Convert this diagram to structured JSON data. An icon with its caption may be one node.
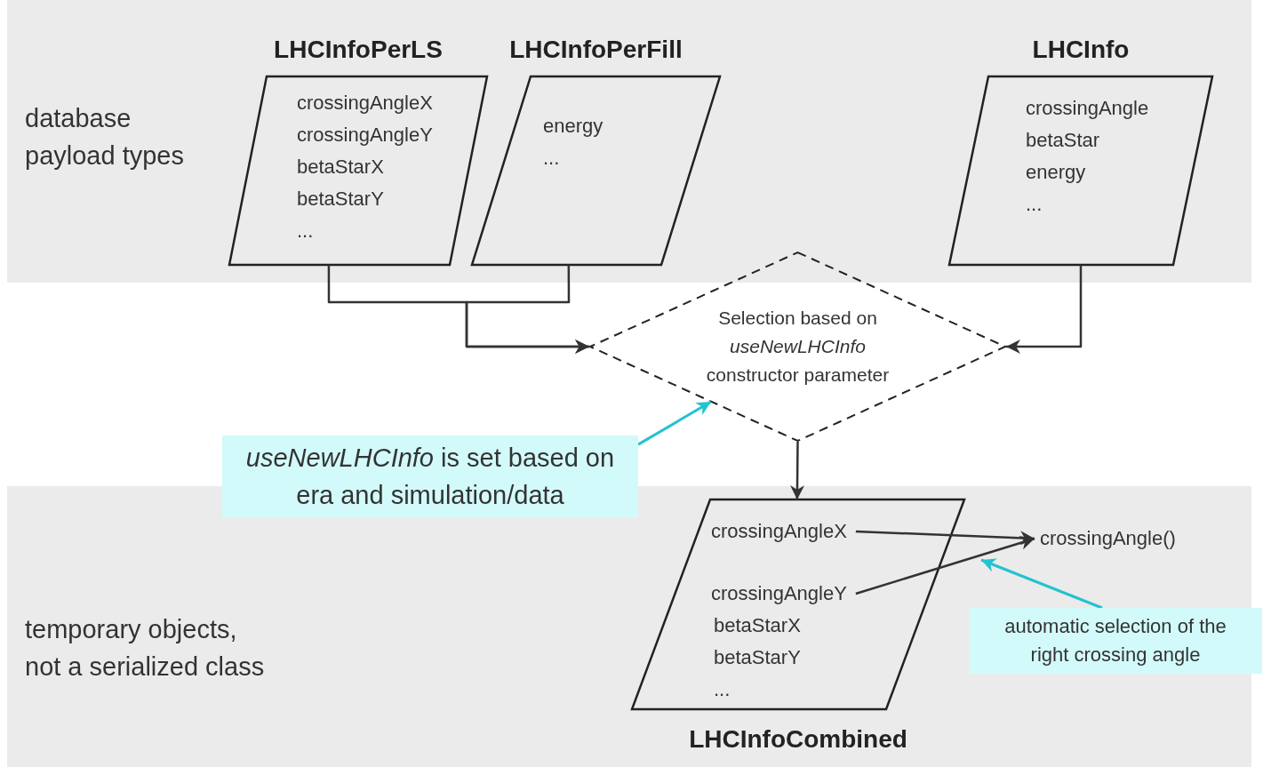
{
  "diagram": {
    "nodes": [
      {
        "text": [
          "database payload types"
        ]
      },
      {
        "text": [
          "LHCInfoPerLS",
          "crossingAngleX",
          "crossingAngleY",
          "betaStarX",
          "betaStarY",
          "..."
        ],
        "in": 0
      },
      {
        "text": [
          "LHCInfoPerFill",
          "energy",
          "..."
        ],
        "in": 0
      },
      {
        "text": [
          "LHCInfo",
          "crossingAngle",
          "betaStar",
          "energy",
          "..."
        ],
        "in": 0
      },
      {
        "text": [
          "Selection based on *useNewLHCInfo* constructor parameter"
        ]
      },
      {
        "text": [
          "*useNewLHCInfo* is set based on era and simulation/data"
        ]
      },
      {
        "text": [
          "temporary objects, not a serialized class"
        ]
      },
      {
        "text": [
          "betaStarX",
          "betaStarY",
          "...",
          "LHCInfoCombined"
        ],
        "in": 6
      },
      {
        "text": [
          "crossingAngleX"
        ],
        "in": 7
      },
      {
        "text": [
          "crossingAngleY"
        ],
        "in": 7
      },
      {
        "text": [
          "crossingAngle()"
        ],
        "in": 6
      },
      {
        "text": [
          "automatic selection of the right crossing angle"
        ],
        "in": 6
      }
    ],
    "edges": [
      {
        "from": 1,
        "to": 4,
        "arrow": "to"
      },
      {
        "from": 2,
        "to": 4,
        "arrow": "to"
      },
      {
        "from": 3,
        "to": 4,
        "arrow": "to"
      },
      {
        "from": 5,
        "to": 4,
        "arrow": "to",
        "color": "#22c3cf"
      },
      {
        "from": 4,
        "to": 7,
        "arrow": "to"
      },
      {
        "from": 8,
        "to": 10,
        "arrow": "to"
      },
      {
        "from": 9,
        "to": 10,
        "arrow": "to"
      },
      {
        "from": 11,
        "to": null,
        "arrow": "to",
        "color": "#22c3cf"
      }
    ]
  }
}
